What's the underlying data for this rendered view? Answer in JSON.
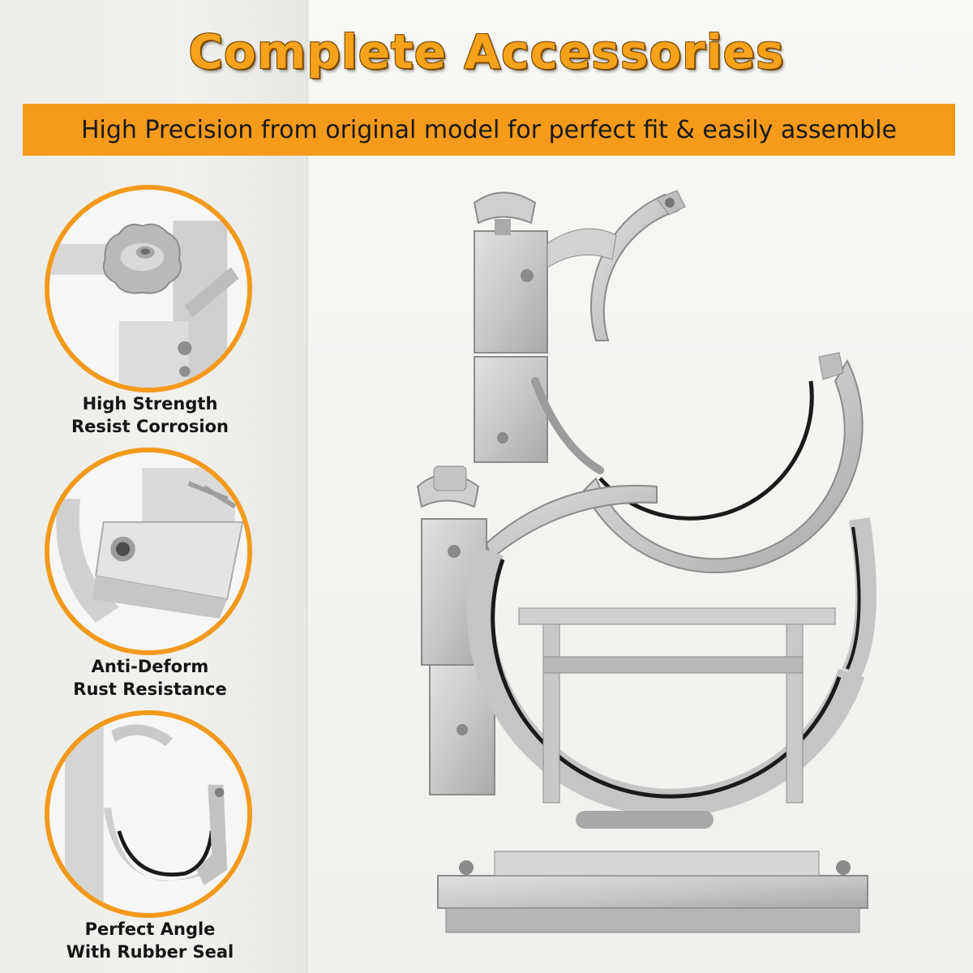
{
  "header": {
    "title": "Complete Accessories",
    "subtitle": "High Precision from original model for perfect fit & easily assemble"
  },
  "features": [
    {
      "line1": "High Strength",
      "line2": "Resist Corrosion",
      "icon": "knob-closeup-icon"
    },
    {
      "line1": "Anti-Deform",
      "line2": "Rust Resistance",
      "icon": "bracket-screw-closeup-icon"
    },
    {
      "line1": "Perfect Angle",
      "line2": "With Rubber Seal",
      "icon": "ring-rubber-seal-closeup-icon"
    }
  ],
  "colors": {
    "accent": "#f59a1b",
    "title_outline": "#7a4a06",
    "metal": "#c9c9c9",
    "metal_dark": "#9a9a9a"
  }
}
